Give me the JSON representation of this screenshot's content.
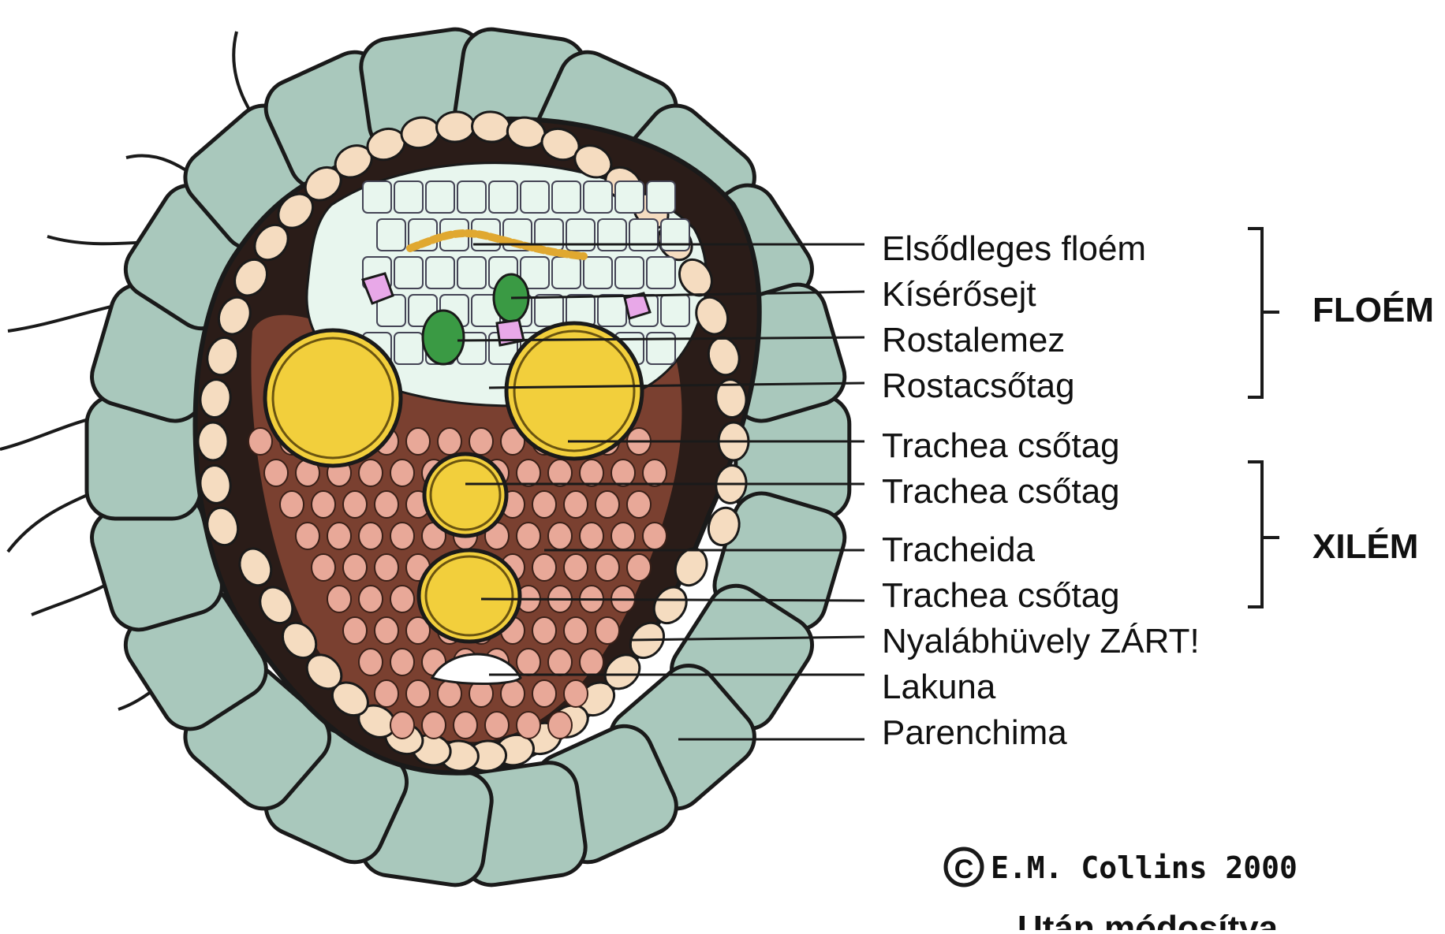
{
  "labels": [
    "Elsődleges floém",
    "Kísérősejt",
    "Rostalemez",
    "Rostacsőtag",
    "Trachea csőtag",
    "Trachea csőtag",
    "Tracheida",
    "Trachea csőtag",
    "Nyalábhüvely ZÁRT!",
    "Lakuna",
    "Parenchima"
  ],
  "groups": {
    "phloem": "FLOÉM",
    "xylem": "XILÉM"
  },
  "copyright": {
    "symbol": "C",
    "text": "E.M. Collins 2000"
  },
  "credit": "Után módosítva",
  "colors": {
    "parenchyma": "#a9c8bc",
    "sheath": "#f5dcc0",
    "phloem": "#e8f6ee",
    "companion": "#3a9a44",
    "sieve_plate": "#e0a830",
    "vessel": "#f2cf3c",
    "xylem_bg": "#7a4030",
    "tracheid": "#e8a898",
    "pink_cell": "#e8a8e8",
    "outline": "#1a1a1a"
  }
}
